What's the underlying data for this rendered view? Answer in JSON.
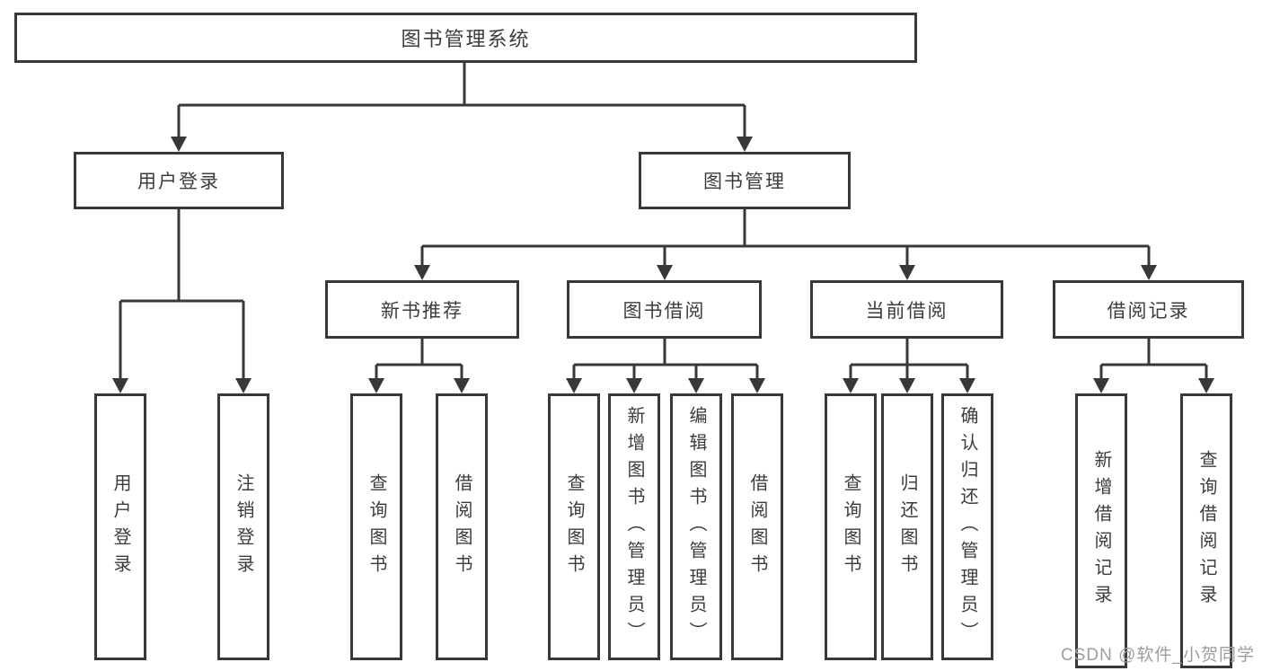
{
  "diagram": {
    "root": {
      "label": "图书管理系统"
    },
    "branches": [
      {
        "label": "用户登录",
        "children": [
          {
            "label": "用户登录"
          },
          {
            "label": "注销登录"
          }
        ]
      },
      {
        "label": "图书管理",
        "children": [
          {
            "label": "新书推荐",
            "children": [
              {
                "label": "查询图书"
              },
              {
                "label": "借阅图书"
              }
            ]
          },
          {
            "label": "图书借阅",
            "children": [
              {
                "label": "查询图书"
              },
              {
                "label": "新增图书（管理员）"
              },
              {
                "label": "编辑图书（管理员）"
              },
              {
                "label": "借阅图书"
              }
            ]
          },
          {
            "label": "当前借阅",
            "children": [
              {
                "label": "查询图书"
              },
              {
                "label": "归还图书"
              },
              {
                "label": "确认归还（管理员）"
              }
            ]
          },
          {
            "label": "借阅记录",
            "children": [
              {
                "label": "新增借阅记录"
              },
              {
                "label": "查询借阅记录"
              }
            ]
          }
        ]
      }
    ]
  },
  "watermark": {
    "text": "CSDN @软件_小贺同学"
  },
  "colors": {
    "line": "#383838",
    "text": "#3c3c3c",
    "background": "#ffffff",
    "watermark": "#9d9d9d"
  }
}
